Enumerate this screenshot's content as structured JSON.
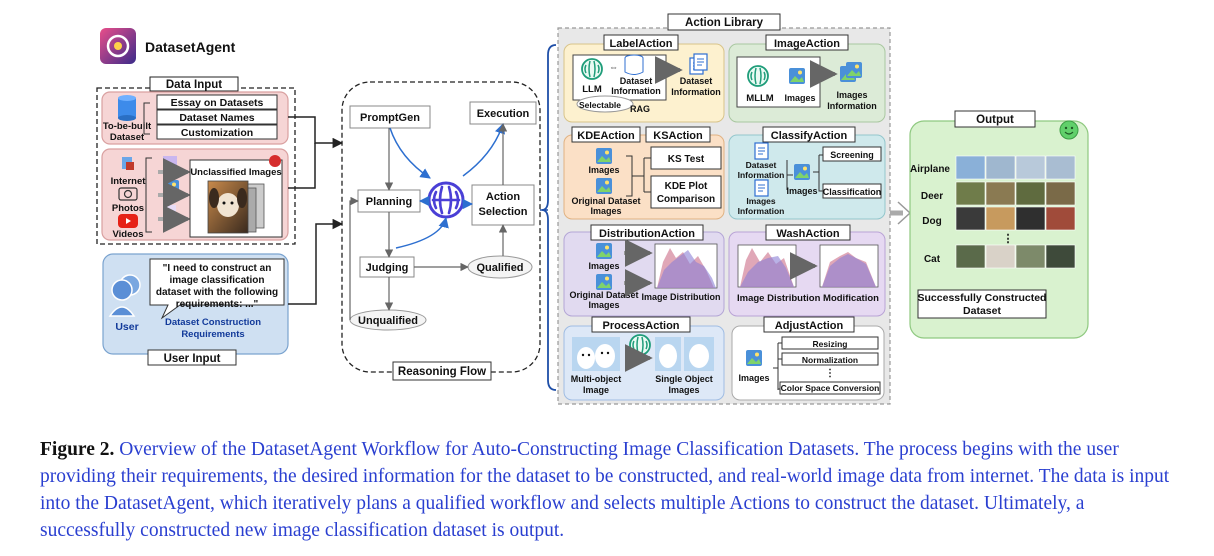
{
  "app": {
    "name": "DatasetAgent"
  },
  "data_input": {
    "title": "Data Input",
    "dataset_label": [
      "To-be-built",
      "Dataset"
    ],
    "info_items": [
      "Essay on Datasets",
      "Dataset Names",
      "Customization"
    ],
    "sources": [
      "Internet",
      "Photos",
      "Videos"
    ],
    "unclassified_label": "Unclassified Images"
  },
  "user_input": {
    "title": "User Input",
    "user_label": "User",
    "quote_lines": [
      "\"I need to construct an",
      "image classification",
      "dataset with the following",
      "requirements: ...\""
    ],
    "requirements_lines": [
      "Dataset Construction",
      "Requirements"
    ]
  },
  "reasoning": {
    "title": "Reasoning Flow",
    "promptgen": "PromptGen",
    "execution": "Execution",
    "planning": "Planning",
    "action_selection": [
      "Action",
      "Selection"
    ],
    "judging": "Judging",
    "qualified": "Qualified",
    "unqualified": "Unqualified"
  },
  "action_library": {
    "title": "Action Library",
    "label_action": {
      "title": "LabelAction",
      "llm": "LLM",
      "dataset_info_1": [
        "Dataset",
        "Information"
      ],
      "dataset_info_2": [
        "Dataset",
        "Information"
      ],
      "selectable": "Selectable",
      "rag": "RAG"
    },
    "image_action": {
      "title": "ImageAction",
      "mllm": "MLLM",
      "images": "Images",
      "images_info": [
        "Images",
        "Information"
      ]
    },
    "kde_action": {
      "title": "KDEAction",
      "ks_title": "KSAction",
      "images": "Images",
      "original": [
        "Original Dataset",
        "Images"
      ],
      "ks_test": "KS Test",
      "kde_plot": [
        "KDE Plot",
        "Comparison"
      ]
    },
    "classify_action": {
      "title": "ClassifyAction",
      "dataset_info": [
        "Dataset",
        "Information"
      ],
      "images_info": [
        "Images",
        "Information"
      ],
      "images": "Images",
      "screening": "Screening",
      "classification": "Classification"
    },
    "distribution_action": {
      "title": "DistributionAction",
      "images": "Images",
      "original": [
        "Original Dataset",
        "Images"
      ],
      "image_distribution": "Image Distribution"
    },
    "wash_action": {
      "title": "WashAction",
      "label": "Image Distribution Modification"
    },
    "process_action": {
      "title": "ProcessAction",
      "multi": [
        "Multi-object",
        "Image"
      ],
      "single": [
        "Single Object",
        "Images"
      ]
    },
    "adjust_action": {
      "title": "AdjustAction",
      "images": "Images",
      "steps": [
        "Resizing",
        "Normalization",
        "⋮",
        "Color Space Conversion"
      ]
    }
  },
  "output": {
    "title": "Output",
    "classes": [
      "Airplane",
      "Deer",
      "Dog",
      "Cat"
    ],
    "vdots": "⋮",
    "result_lines": [
      "Successfully Constructed",
      "Dataset"
    ]
  },
  "caption": {
    "figure_label": "Figure 2.",
    "text": "Overview of the DatasetAgent Workflow for Auto-Constructing Image Classification Datasets. The process begins with the user providing their requirements, the desired information for the dataset to be constructed, and real-world image data from internet. The data is input into the DatasetAgent, which iteratively plans a qualified workflow and selects multiple Actions to construct the dataset. Ultimately, a successfully constructed new image classification dataset is output."
  },
  "colors": {
    "data_input_pink": "#f6d5d5",
    "user_blue": "#cfe0f2",
    "label_yellow": "#fdf1cf",
    "image_green": "#dcebd7",
    "kde_orange": "#fbe0c6",
    "classify_teal": "#cfe9ec",
    "distribution_purple": "#e1daf0",
    "wash_purple": "#e6d9f2",
    "process_blue": "#dde8f7",
    "output_green": "#d9f2cf",
    "caption_blue": "#2a3fd0"
  },
  "icons": [
    "dataset-agent-logo-icon",
    "database-icon",
    "brain-icon",
    "smiley-icon",
    "user-icon",
    "youtube-icon",
    "camera-icon",
    "photos-icon"
  ]
}
